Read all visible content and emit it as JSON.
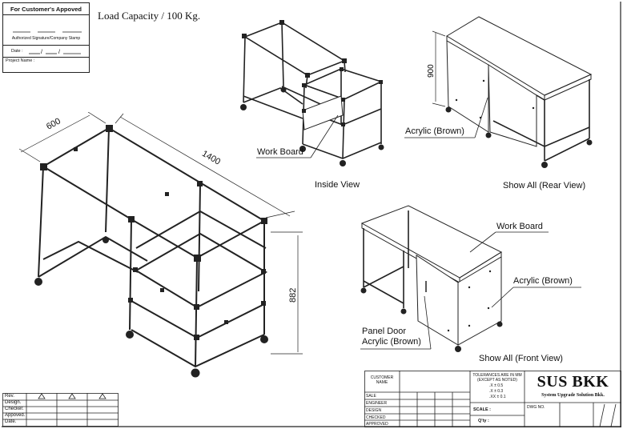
{
  "approval": {
    "title": "For Customer's  Appoved",
    "signature_label": "Authorized Signature/Company Stamp",
    "date_label": "Date :",
    "project_label": "Project Name :"
  },
  "load_capacity": "Load Capacity / 100 Kg.",
  "views": {
    "inside_label": "Inside View",
    "inside_work_board": "Work Board",
    "rear_label": "Show All (Rear View)",
    "rear_acrylic": "Acrylic (Brown)",
    "rear_height": "900",
    "front_label": "Show All (Front View)",
    "front_work_board": "Work Board",
    "front_acrylic": "Acrylic (Brown)",
    "front_panel_door_1": "Panel Door",
    "front_panel_door_2": "Acrylic (Brown)"
  },
  "main_dims": {
    "depth": "600",
    "length": "1400",
    "height": "882"
  },
  "revision": {
    "rows": [
      "Rev.",
      "Design.",
      "Checker.",
      "Appoved.",
      "Date."
    ]
  },
  "title_block": {
    "customer_name": [
      "CUSTOMER",
      "NAME"
    ],
    "roles": [
      "SALE",
      "ENGINEER",
      "DESIGN",
      "CHECKED",
      "APPROVED"
    ],
    "tolerances_title": [
      "TOLERANCES ARE IN MM",
      "(EXCEPT AS NOTED)"
    ],
    "tolerances": [
      ".X   ±  0.5",
      ".X   ±  0.3",
      ".XX  ±  0.1"
    ],
    "scale_label": "SCALE :",
    "qty_label": "Q'ty :",
    "company": "SUS BKK",
    "company_sub": "System Upgrade Solution Bkk.",
    "dwg_label": "DWG NO."
  }
}
